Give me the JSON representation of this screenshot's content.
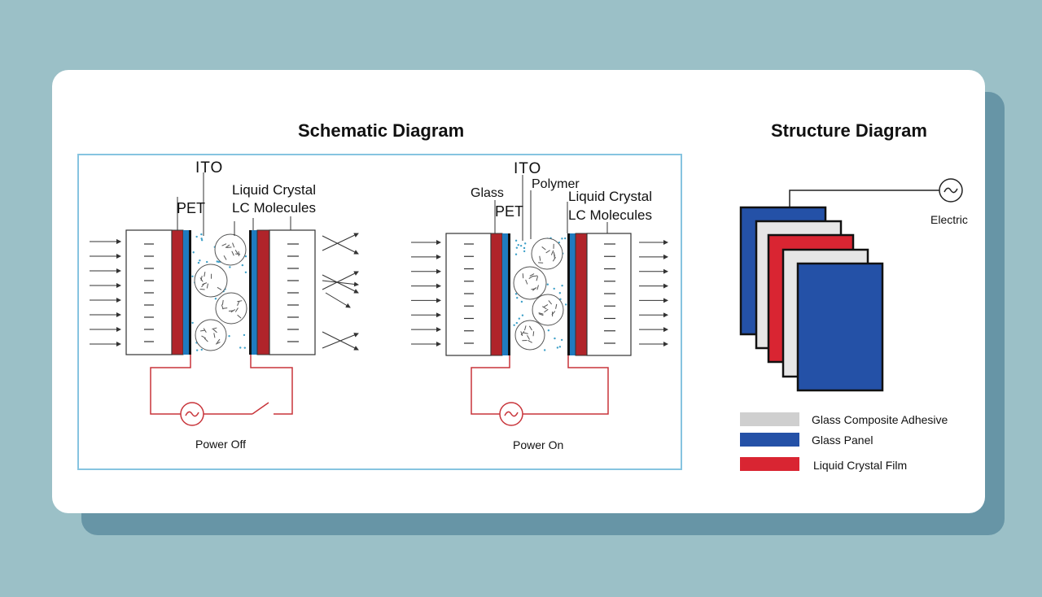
{
  "schematic": {
    "title": "Schematic Diagram",
    "power_off": {
      "layer_labels": [
        "ITO",
        "PET",
        "Liquid Crystal",
        "LC Molecules"
      ],
      "caption": "Power Off"
    },
    "power_on": {
      "layer_labels": [
        "ITO",
        "Glass",
        "Polymer",
        "PET",
        "Liquid Crystal",
        "LC Molecules"
      ],
      "caption": "Power On"
    }
  },
  "structure": {
    "title": "Structure Diagram",
    "source_label": "Electric",
    "legend": [
      {
        "label": "Glass Composite Adhesive",
        "color": "#cfcfcf"
      },
      {
        "label": "Glass Panel",
        "color": "#2451a7"
      },
      {
        "label": "Liquid Crystal Film",
        "color": "#d92532"
      }
    ]
  },
  "colors": {
    "background": "#9bc0c7",
    "card_shadow": "#6795a6",
    "frame_border": "#86c4e0",
    "pet_red": "#b0242a",
    "ito_blue": "#1f7bbf",
    "circuit_red": "#c8343a",
    "dot_blue": "#3ea0c8"
  }
}
